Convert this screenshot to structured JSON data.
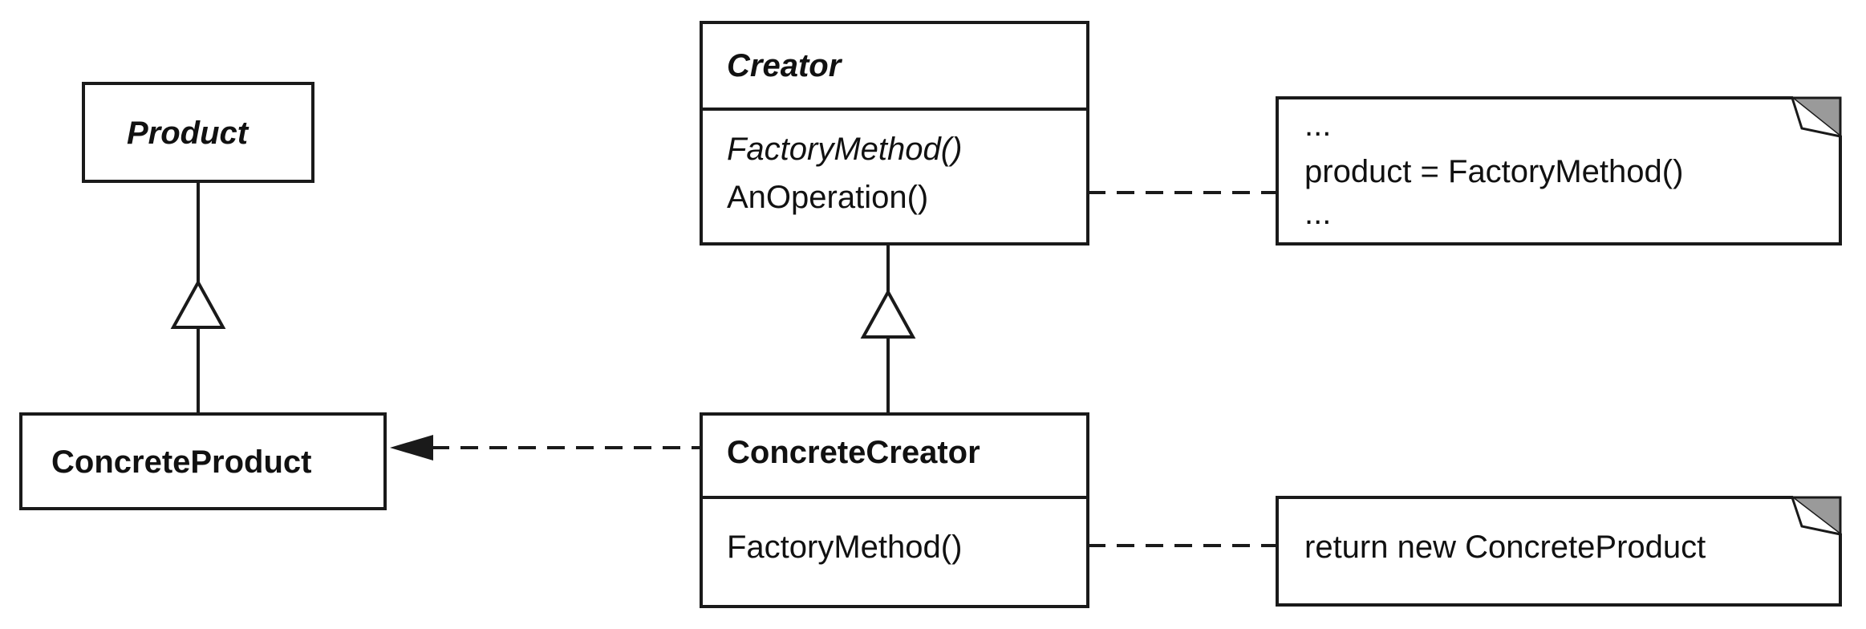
{
  "classes": {
    "product": {
      "name": "Product"
    },
    "concrete_product": {
      "name": "ConcreteProduct"
    },
    "creator": {
      "name": "Creator",
      "operations": [
        "FactoryMethod()",
        "AnOperation()"
      ]
    },
    "concrete_creator": {
      "name": "ConcreteCreator",
      "operations": [
        "FactoryMethod()"
      ]
    }
  },
  "notes": {
    "creator_note": {
      "lines": [
        "...",
        "product = FactoryMethod()",
        "..."
      ]
    },
    "concrete_creator_note": {
      "lines": [
        "return new ConcreteProduct"
      ]
    }
  }
}
